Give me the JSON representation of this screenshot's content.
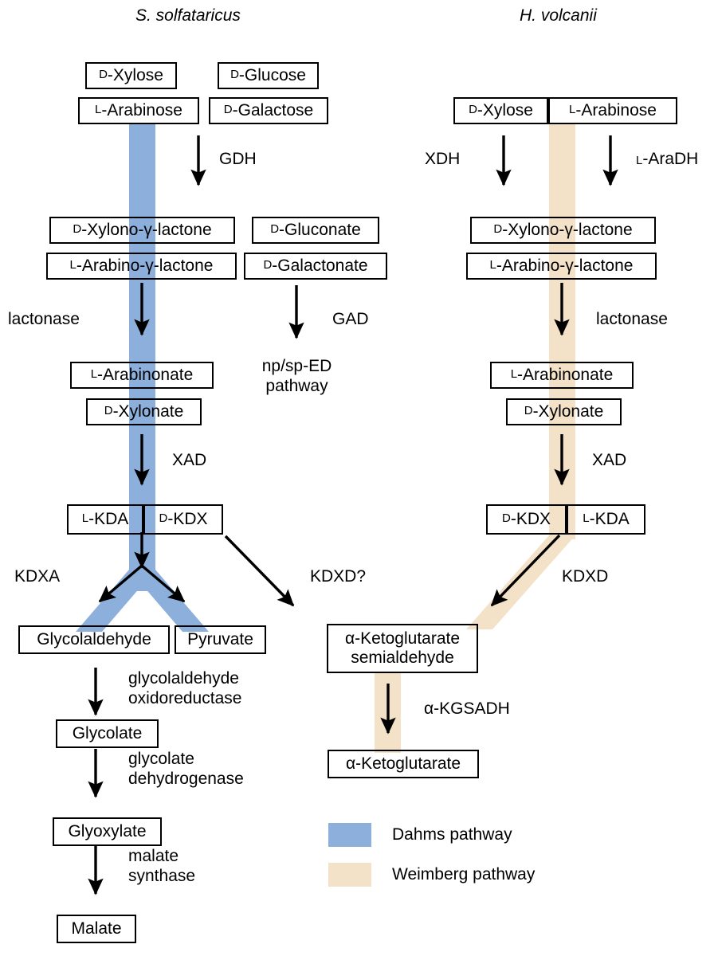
{
  "titles": {
    "left": "S. solfataricus",
    "right": "H. volcanii"
  },
  "colors": {
    "dahms": "#8cafdb",
    "weimberg": "#f3e2c7",
    "stroke": "#000000"
  },
  "left_column": {
    "metabolites": [
      {
        "id": "d-xylose",
        "prefix": "D",
        "name": "-Xylose"
      },
      {
        "id": "d-glucose",
        "prefix": "D",
        "name": "-Glucose"
      },
      {
        "id": "l-arabinose",
        "prefix": "L",
        "name": "-Arabinose"
      },
      {
        "id": "d-galactose",
        "prefix": "D",
        "name": "-Galactose"
      },
      {
        "id": "d-xylono-lactone",
        "prefix": "D",
        "name": "-Xylono-γ-lactone"
      },
      {
        "id": "d-gluconate",
        "prefix": "D",
        "name": "-Gluconate"
      },
      {
        "id": "l-arabino-lactone",
        "prefix": "L",
        "name": "-Arabino-γ-lactone"
      },
      {
        "id": "d-galactonate",
        "prefix": "D",
        "name": "-Galactonate"
      },
      {
        "id": "l-arabinonate",
        "prefix": "L",
        "name": "-Arabinonate"
      },
      {
        "id": "d-xylonate",
        "prefix": "D",
        "name": "-Xylonate"
      },
      {
        "id": "l-kda",
        "prefix": "L",
        "name": "-KDA"
      },
      {
        "id": "d-kdx",
        "prefix": "D",
        "name": "-KDX"
      },
      {
        "id": "glycolaldehyde",
        "prefix": "",
        "name": "Glycolaldehyde"
      },
      {
        "id": "pyruvate",
        "prefix": "",
        "name": "Pyruvate"
      },
      {
        "id": "glycolate",
        "prefix": "",
        "name": "Glycolate"
      },
      {
        "id": "glyoxylate",
        "prefix": "",
        "name": "Glyoxylate"
      },
      {
        "id": "malate",
        "prefix": "",
        "name": "Malate"
      }
    ],
    "enzymes": {
      "gdh": "GDH",
      "lactonase": "lactonase",
      "gad": "GAD",
      "xad": "XAD",
      "kdxa": "KDXA",
      "kdxd_q": "KDXD?",
      "glycolaldehyde_oxidoreductase_l1": "glycolaldehyde",
      "glycolaldehyde_oxidoreductase_l2": "oxidoreductase",
      "glycolate_dehydrogenase_l1": "glycolate",
      "glycolate_dehydrogenase_l2": "dehydrogenase",
      "malate_synthase_l1": "malate",
      "malate_synthase_l2": "synthase"
    },
    "terminal": {
      "np_sp_ed_l1": "np/sp-ED",
      "np_sp_ed_l2": "pathway"
    }
  },
  "right_column": {
    "metabolites": [
      {
        "id": "r-d-xylose",
        "prefix": "D",
        "name": "-Xylose"
      },
      {
        "id": "r-l-arabinose",
        "prefix": "L",
        "name": "-Arabinose"
      },
      {
        "id": "r-d-xylono-lactone",
        "prefix": "D",
        "name": "-Xylono-γ-lactone"
      },
      {
        "id": "r-l-arabino-lactone",
        "prefix": "L",
        "name": "-Arabino-γ-lactone"
      },
      {
        "id": "r-l-arabinonate",
        "prefix": "L",
        "name": "-Arabinonate"
      },
      {
        "id": "r-d-xylonate",
        "prefix": "D",
        "name": "-Xylonate"
      },
      {
        "id": "r-d-kdx",
        "prefix": "D",
        "name": "-KDX"
      },
      {
        "id": "r-l-kda",
        "prefix": "L",
        "name": "-KDA"
      },
      {
        "id": "r-akg-semialdehyde-l1",
        "prefix": "",
        "name": "α-Ketoglutarate"
      },
      {
        "id": "r-akg-semialdehyde-l2",
        "prefix": "",
        "name": "semialdehyde"
      },
      {
        "id": "r-akg",
        "prefix": "",
        "name": "α-Ketoglutarate"
      }
    ],
    "enzymes": {
      "xdh": "XDH",
      "l_aradh_prefix": "L",
      "l_aradh": "-AraDH",
      "lactonase": "lactonase",
      "xad": "XAD",
      "kdxd": "KDXD",
      "akgsadh": "α-KGSADH"
    }
  },
  "legend": {
    "items": [
      {
        "id": "dahms",
        "label": "Dahms pathway",
        "color": "#8cafdb"
      },
      {
        "id": "weimberg",
        "label": "Weimberg pathway",
        "color": "#f3e2c7"
      }
    ]
  }
}
